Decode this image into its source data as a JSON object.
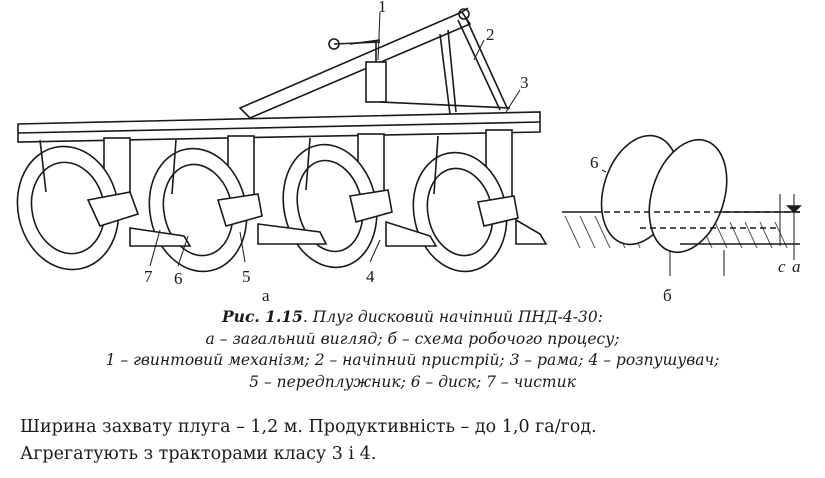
{
  "figure": {
    "callouts": {
      "c1": "1",
      "c2": "2",
      "c3": "3",
      "c4": "4",
      "c5": "5",
      "c6": "6",
      "c7": "7",
      "b6": "6"
    },
    "dims": {
      "c": "c",
      "a": "a"
    },
    "sublabel_a": "а",
    "sublabel_b": "б"
  },
  "caption": {
    "fig_number": "Рис. 1.15",
    "title": ". Плуг дисковий начіпний ПНД-4-30:",
    "line2": "а – загальний вигляд; б – схема робочого процесу;",
    "line3": "1 – гвинтовий механізм; 2 – начіпний пристрій; 3 – рама; 4 – розпушувач;",
    "line4": "5 – передплужник; 6 – диск; 7 – чистик"
  },
  "body": {
    "line1": "Ширина захвату плуга – 1,2 м. Продуктивність – до 1,0 га/год.",
    "line2": "Агрегатують з тракторами класу 3 і 4."
  }
}
